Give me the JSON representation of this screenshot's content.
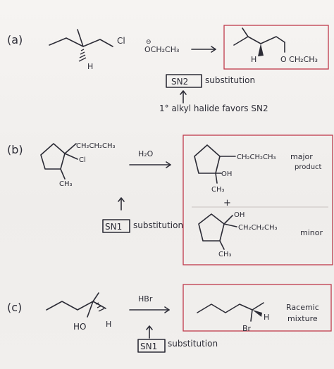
{
  "part_a": {
    "label": "(a)",
    "leaving_group": "Cl",
    "h_label": "H",
    "charge": "⊖",
    "nucleophile": "OCH₂CH₃",
    "product_group": "O CH₂CH₃",
    "mechanism": "SN2",
    "mechanism_word": "substitution",
    "note": "1° alkyl halide favors SN2"
  },
  "part_b": {
    "label": "(b)",
    "substituent_propyl": "CH₂CH₂CH₃",
    "leaving_group": "Cl",
    "methyl": "CH₃",
    "reagent": "H₂O",
    "hydroxyl": "OH",
    "plus": "+",
    "major_label_1": "major",
    "major_label_2": "product",
    "minor_label": "minor",
    "mechanism": "SN1",
    "mechanism_word": "substitution"
  },
  "part_c": {
    "label": "(c)",
    "hydroxyl": "HO",
    "h_label": "H",
    "reagent": "HBr",
    "product_group": "Br",
    "result_label_1": "Racemic",
    "result_label_2": "mixture",
    "mechanism": "SN1",
    "mechanism_word": "substitution"
  },
  "colors": {
    "ink": "#2c2c36",
    "box_red": "#c0394b",
    "paper": "#f3f1ef"
  }
}
